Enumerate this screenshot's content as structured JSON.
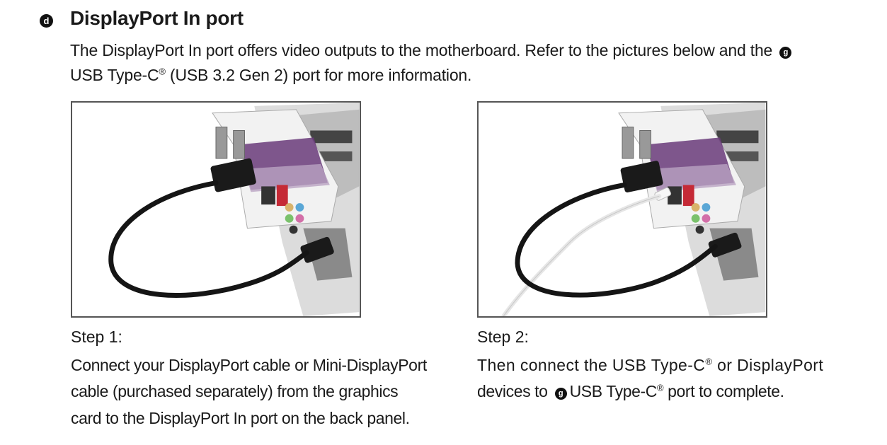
{
  "section": {
    "badge": "d",
    "title": "DisplayPort In port",
    "intro_line1": "The DisplayPort In port offers video outputs to the motherboard. Refer to the pictures below and the",
    "intro_ref_badge": "g",
    "intro_line2a": "USB Type-C",
    "intro_reg": "®",
    "intro_line2b": " (USB 3.2 Gen 2) port for more information."
  },
  "steps": [
    {
      "title": "Step 1:",
      "lines": [
        "Connect your DisplayPort cable or Mini-DisplayPort",
        "cable (purchased separately) from the graphics",
        "card to the DisplayPort In port on the back panel."
      ]
    },
    {
      "title": "Step 2:",
      "line1a": "Then connect the USB Type-C",
      "line1b": " or DisplayPort",
      "line2a": "devices to",
      "ref_badge": "g",
      "line2b": "USB Type-C",
      "line2c": " port to complete.",
      "reg": "®"
    }
  ],
  "photos": [
    {
      "icon": "motherboard-displayport-cable-photo"
    },
    {
      "icon": "motherboard-displayport-usbc-cable-photo"
    }
  ],
  "colors": {
    "text": "#1a1a1a",
    "badge": "#111111",
    "accent_purple": "#6a3b7a"
  }
}
